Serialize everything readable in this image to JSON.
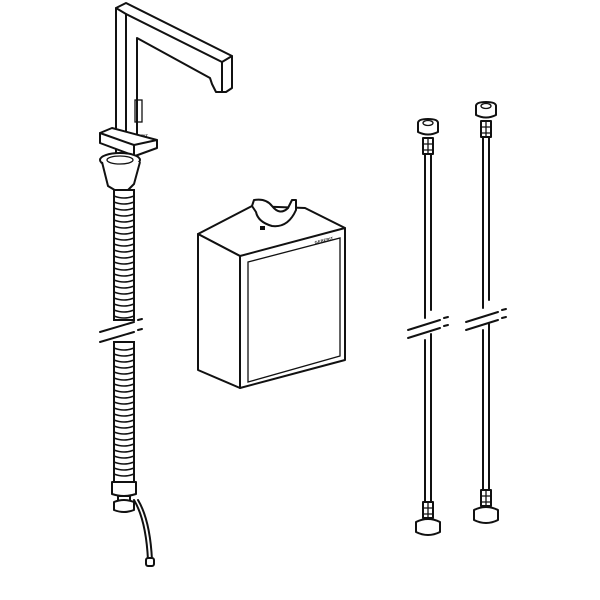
{
  "diagram": {
    "type": "product-component-drawing",
    "background": "#ffffff",
    "line_color": "#111111",
    "components": [
      {
        "id": "faucet",
        "label": "Electronic washbasin tap with sensor window",
        "logo": "GEBERIT"
      },
      {
        "id": "corrugated-hose",
        "label": "Corrugated protective hose with cable and plug"
      },
      {
        "id": "control-box",
        "label": "Functional/control box",
        "logo": "GEBERIT"
      },
      {
        "id": "flex-hose-1",
        "label": "Flexible connection hose"
      },
      {
        "id": "flex-hose-2",
        "label": "Flexible connection hose"
      }
    ],
    "break_marks": 3
  }
}
